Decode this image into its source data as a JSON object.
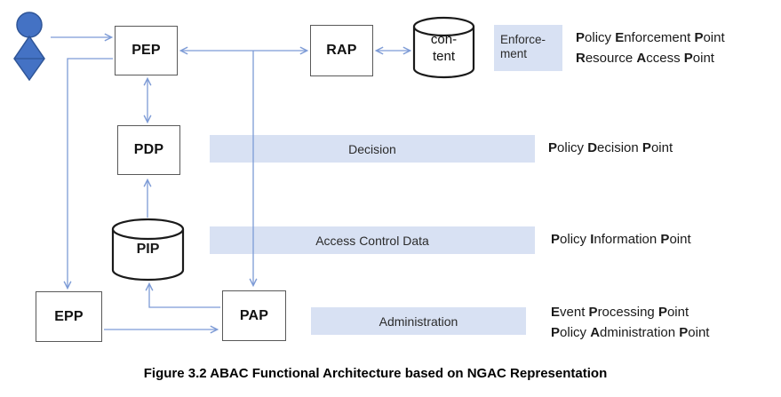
{
  "figure": {
    "caption": "Figure 3.2 ABAC Functional Architecture based on NGAC Representation",
    "nodes": {
      "pep": "PEP",
      "rap": "RAP",
      "pdp": "PDP",
      "pip": "PIP",
      "epp": "EPP",
      "pap": "PAP",
      "content": [
        "con-",
        "tent"
      ]
    },
    "bands": {
      "enforcement": [
        "Enforce-",
        "ment"
      ],
      "decision": "Decision",
      "access_control_data": "Access Control Data",
      "administration": "Administration"
    },
    "definitions": {
      "enforcement": [
        "Policy Enforcement Point",
        "Resource Access Point"
      ],
      "decision": "Policy Decision Point",
      "information": "Policy Information Point",
      "administration": [
        "Event Processing Point",
        "Policy Administration Point"
      ]
    },
    "colors": {
      "arrow": "#7D9BD6",
      "band_fill": "#D8E1F3",
      "user_fill": "#4472C4",
      "user_stroke": "#2F5597",
      "box_border": "#595959",
      "cylinder_stroke": "#1A1A1A"
    }
  }
}
